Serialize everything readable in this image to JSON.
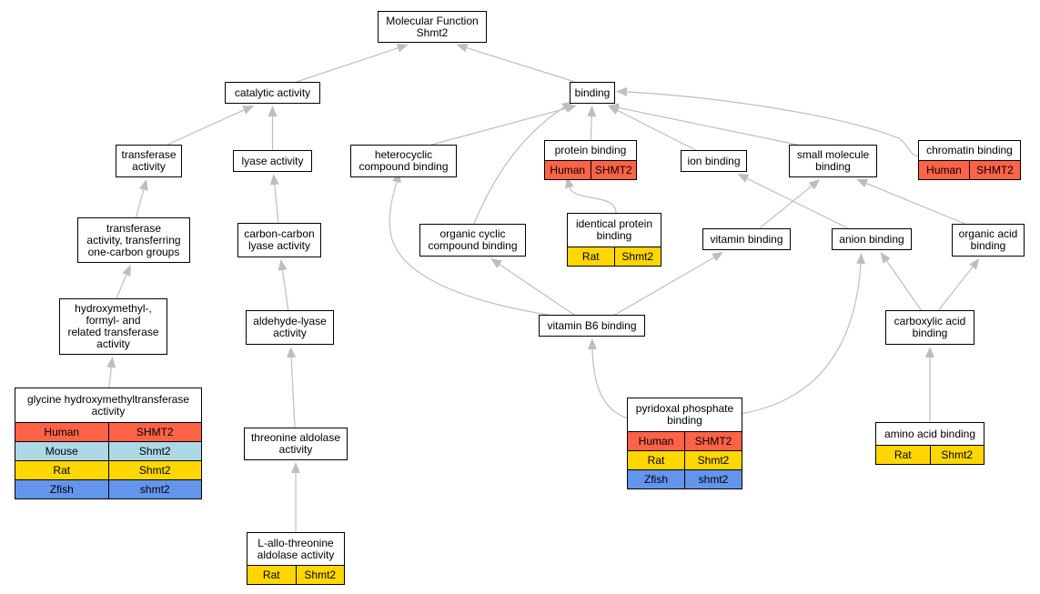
{
  "colors": {
    "Human": "#FF6347",
    "Mouse": "#ADD8E6",
    "Rat": "#FFD700",
    "Zfish": "#6495ED",
    "edge": "#BEBEBE"
  },
  "nodes": {
    "mf": {
      "label": "Molecular Function\nShmt2",
      "rows": []
    },
    "catalytic": {
      "label": "catalytic activity",
      "rows": []
    },
    "binding": {
      "label": "binding",
      "rows": []
    },
    "transferase": {
      "label": "transferase\nactivity",
      "rows": []
    },
    "lyase": {
      "label": "lyase activity",
      "rows": []
    },
    "heterocyclic": {
      "label": "heterocyclic\ncompound binding",
      "rows": []
    },
    "protein_binding": {
      "label": "protein binding",
      "rows": [
        {
          "species": "Human",
          "gene": "SHMT2"
        }
      ]
    },
    "ion_binding": {
      "label": "ion binding",
      "rows": []
    },
    "small_molecule": {
      "label": "small molecule\nbinding",
      "rows": []
    },
    "chromatin": {
      "label": "chromatin binding",
      "rows": [
        {
          "species": "Human",
          "gene": "SHMT2"
        }
      ]
    },
    "transferase_one_carbon": {
      "label": "transferase\nactivity, transferring\none-carbon groups",
      "rows": []
    },
    "carbon_carbon": {
      "label": "carbon-carbon\nlyase activity",
      "rows": []
    },
    "organic_cyclic": {
      "label": "organic cyclic\ncompound binding",
      "rows": []
    },
    "identical_protein": {
      "label": "identical protein\nbinding",
      "rows": [
        {
          "species": "Rat",
          "gene": "Shmt2"
        }
      ]
    },
    "vitamin_binding": {
      "label": "vitamin binding",
      "rows": []
    },
    "anion_binding": {
      "label": "anion binding",
      "rows": []
    },
    "organic_acid": {
      "label": "organic acid\nbinding",
      "rows": []
    },
    "hydroxymethyl": {
      "label": "hydroxymethyl-,\nformyl- and\nrelated transferase\nactivity",
      "rows": []
    },
    "aldehyde_lyase": {
      "label": "aldehyde-lyase\nactivity",
      "rows": []
    },
    "vitamin_b6": {
      "label": "vitamin B6 binding",
      "rows": []
    },
    "carboxylic_acid": {
      "label": "carboxylic acid\nbinding",
      "rows": []
    },
    "glycine": {
      "label": "glycine hydroxymethyltransferase\nactivity",
      "rows": [
        {
          "species": "Human",
          "gene": "SHMT2"
        },
        {
          "species": "Mouse",
          "gene": "Shmt2"
        },
        {
          "species": "Rat",
          "gene": "Shmt2"
        },
        {
          "species": "Zfish",
          "gene": "shmt2"
        }
      ]
    },
    "threonine_aldolase": {
      "label": "threonine aldolase\nactivity",
      "rows": []
    },
    "pyridoxal": {
      "label": "pyridoxal phosphate\nbinding",
      "rows": [
        {
          "species": "Human",
          "gene": "SHMT2"
        },
        {
          "species": "Rat",
          "gene": "Shmt2"
        },
        {
          "species": "Zfish",
          "gene": "shmt2"
        }
      ]
    },
    "amino_acid": {
      "label": "amino acid binding",
      "rows": [
        {
          "species": "Rat",
          "gene": "Shmt2"
        }
      ]
    },
    "l_allo": {
      "label": "L-allo-threonine\naldolase activity",
      "rows": [
        {
          "species": "Rat",
          "gene": "Shmt2"
        }
      ]
    }
  },
  "edges": [
    [
      "catalytic",
      "mf"
    ],
    [
      "binding",
      "mf"
    ],
    [
      "transferase",
      "catalytic"
    ],
    [
      "lyase",
      "catalytic"
    ],
    [
      "heterocyclic",
      "binding"
    ],
    [
      "organic_cyclic",
      "binding"
    ],
    [
      "protein_binding",
      "binding"
    ],
    [
      "ion_binding",
      "binding"
    ],
    [
      "small_molecule",
      "binding"
    ],
    [
      "chromatin",
      "binding"
    ],
    [
      "transferase_one_carbon",
      "transferase"
    ],
    [
      "carbon_carbon",
      "lyase"
    ],
    [
      "identical_protein",
      "protein_binding"
    ],
    [
      "anion_binding",
      "ion_binding"
    ],
    [
      "vitamin_binding",
      "small_molecule"
    ],
    [
      "organic_acid",
      "small_molecule"
    ],
    [
      "hydroxymethyl",
      "transferase_one_carbon"
    ],
    [
      "aldehyde_lyase",
      "carbon_carbon"
    ],
    [
      "vitamin_b6",
      "heterocyclic"
    ],
    [
      "vitamin_b6",
      "organic_cyclic"
    ],
    [
      "vitamin_b6",
      "vitamin_binding"
    ],
    [
      "carboxylic_acid",
      "anion_binding"
    ],
    [
      "carboxylic_acid",
      "organic_acid"
    ],
    [
      "glycine",
      "hydroxymethyl"
    ],
    [
      "threonine_aldolase",
      "aldehyde_lyase"
    ],
    [
      "pyridoxal",
      "vitamin_b6"
    ],
    [
      "pyridoxal",
      "anion_binding"
    ],
    [
      "amino_acid",
      "carboxylic_acid"
    ],
    [
      "l_allo",
      "threonine_aldolase"
    ]
  ]
}
